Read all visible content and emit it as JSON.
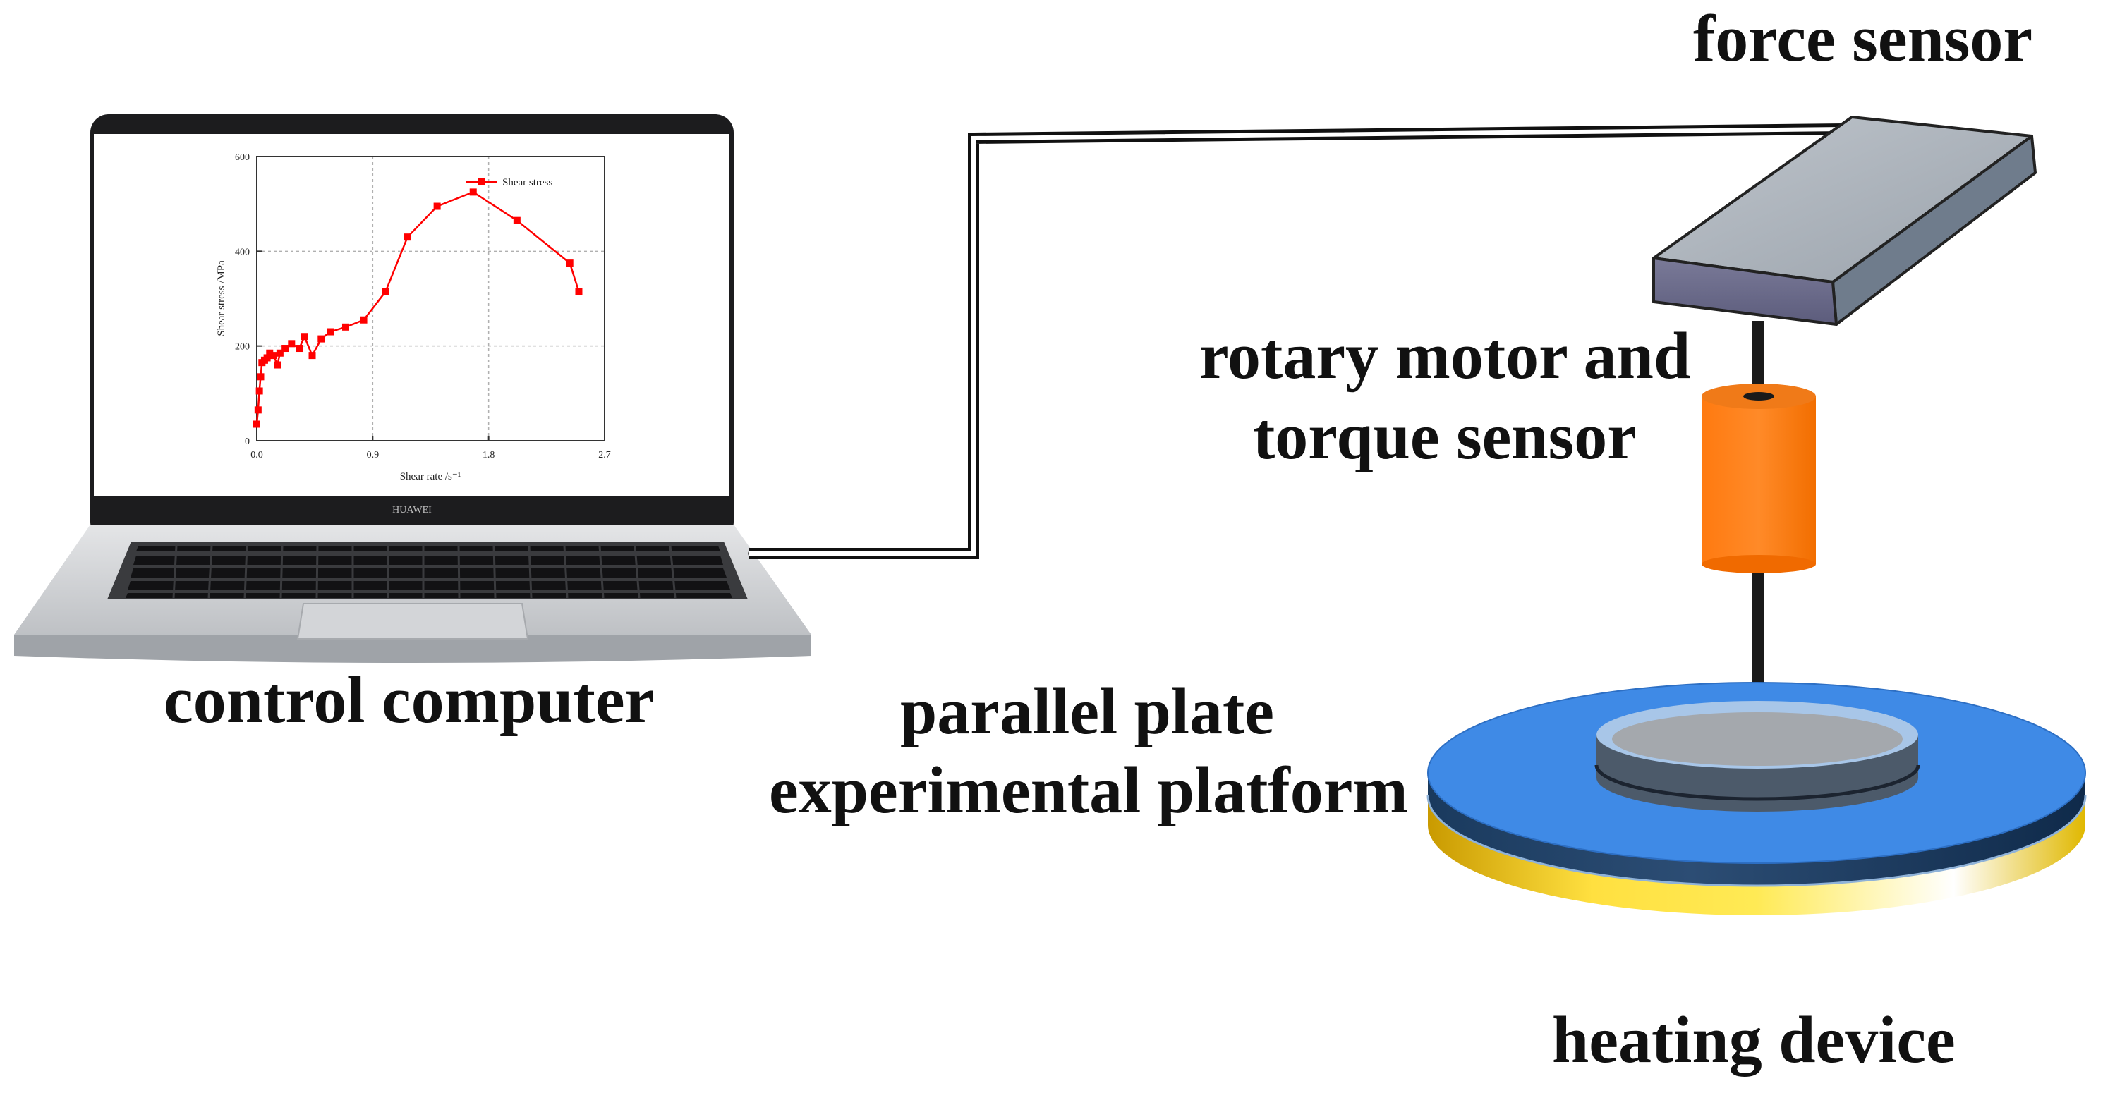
{
  "labels": {
    "force_sensor": "force sensor",
    "rotary_line1": "rotary motor and",
    "rotary_line2": "torque sensor",
    "computer": "control computer",
    "platform_line1": "parallel plate",
    "platform_line2": "experimental platform",
    "heating": "heating device"
  },
  "laptop": {
    "brand": "HUAWEI"
  },
  "chart_data": {
    "type": "line",
    "title": "",
    "xlabel": "Shear rate /s⁻¹",
    "ylabel": "Shear stress /MPa",
    "xlim": [
      0.0,
      2.7
    ],
    "ylim": [
      0,
      600
    ],
    "xticks": [
      "0.0",
      "0.9",
      "1.8",
      "2.7"
    ],
    "yticks": [
      "0",
      "200",
      "400",
      "600"
    ],
    "grid": true,
    "legend": "top-right",
    "series": [
      {
        "name": "Shear stress",
        "color": "#ff0000",
        "x": [
          0.0,
          0.01,
          0.02,
          0.03,
          0.04,
          0.06,
          0.08,
          0.1,
          0.13,
          0.16,
          0.18,
          0.22,
          0.27,
          0.33,
          0.37,
          0.43,
          0.5,
          0.57,
          0.69,
          0.83,
          1.0,
          1.17,
          1.4,
          1.68,
          2.02,
          2.43,
          2.5
        ],
        "y": [
          35,
          65,
          105,
          135,
          165,
          170,
          175,
          185,
          180,
          160,
          185,
          195,
          205,
          195,
          220,
          180,
          215,
          230,
          240,
          255,
          315,
          430,
          495,
          525,
          465,
          375,
          315
        ]
      }
    ]
  }
}
